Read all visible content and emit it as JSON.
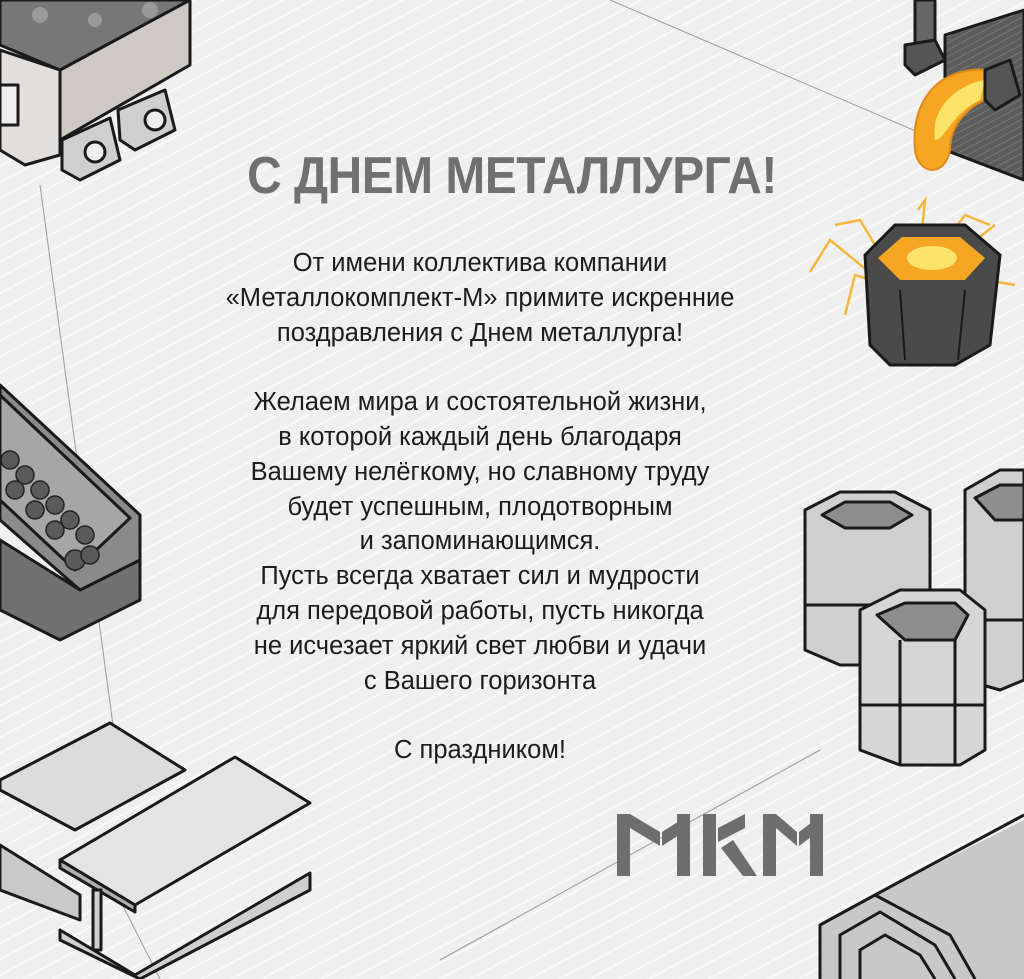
{
  "card": {
    "title": "С ДНЕМ МЕТАЛЛУРГА!",
    "paragraphs": [
      [
        "От имени коллектива компании",
        "«Металлокомплект-М» примите искренние",
        "поздравления с Днем металлурга!"
      ],
      [
        "Желаем мира и состоятельной жизни,",
        "в которой каждый день благодаря",
        "Вашему нелёгкому, но славному труду",
        "будет успешным, плодотворным",
        "и запоминающимся.",
        "Пусть всегда хватает сил и мудрости",
        "для передовой работы, пусть никогда",
        "не исчезает яркий свет любви и удачи",
        "с Вашего горизонта"
      ],
      [
        "С праздником!"
      ]
    ],
    "logo_text": "МКМ"
  },
  "colors": {
    "background": "#f0f0f0",
    "title": "#707070",
    "body_text": "#1c1c1c",
    "logo": "#6e6e6e",
    "molten_orange": "#f5a623",
    "molten_yellow": "#fde36a",
    "steel_dark": "#555555",
    "steel_light": "#d8d8d8"
  },
  "illustrations": [
    "ore-cart-icon",
    "ladle-pouring-icon",
    "crucible-icon",
    "conveyor-chute-icon",
    "octagonal-pipes-icon",
    "i-beams-icon",
    "channel-profile-icon"
  ]
}
